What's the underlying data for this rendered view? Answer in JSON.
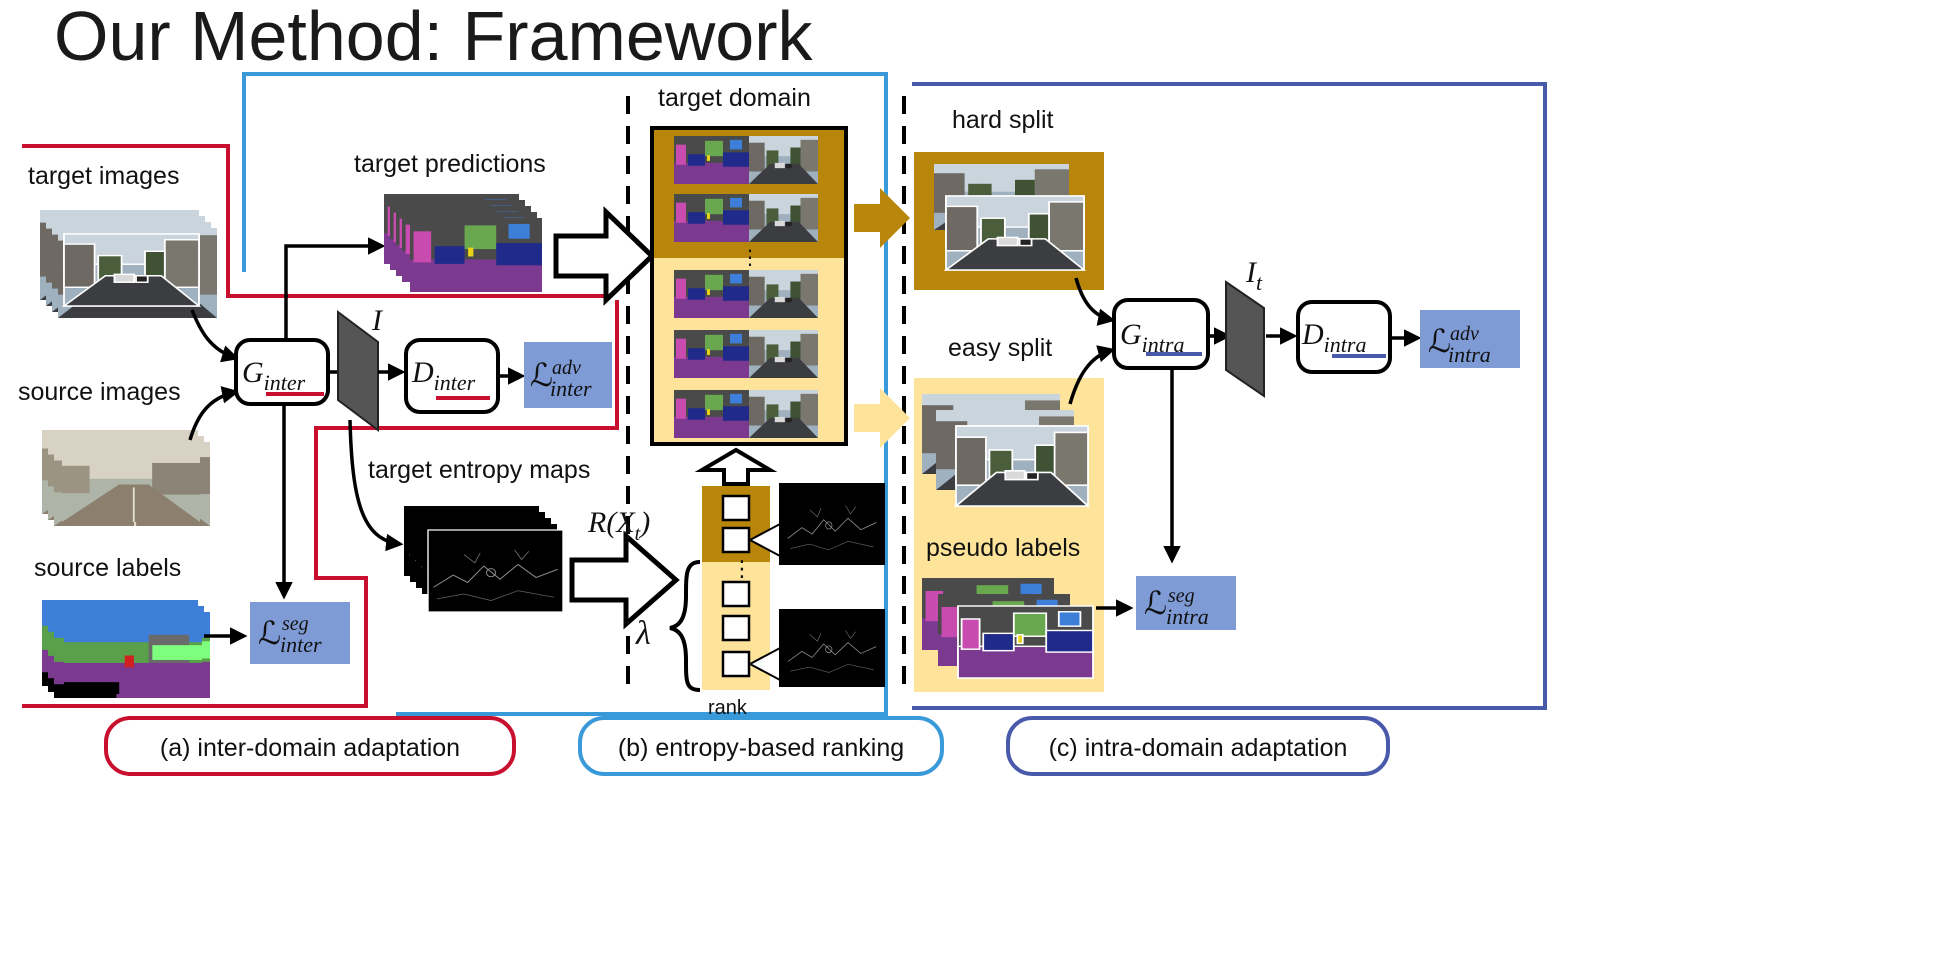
{
  "title": "Our Method: Framework",
  "labels": {
    "target_images": "target images",
    "source_images": "source images",
    "source_labels": "source labels",
    "target_predictions": "target predictions",
    "target_entropy_maps": "target entropy maps",
    "target_domain": "target domain",
    "hard_split": "hard split",
    "easy_split": "easy split",
    "pseudo_labels": "pseudo labels",
    "rank": "rank"
  },
  "math": {
    "g_inter_base": "G",
    "g_inter_sub": "inter",
    "d_inter_base": "D",
    "d_inter_sub": "inter",
    "g_intra_base": "G",
    "g_intra_sub": "intra",
    "d_intra_base": "D",
    "d_intra_sub": "intra",
    "loss_symbol": "ℒ",
    "adv": "adv",
    "seg": "seg",
    "inter": "inter",
    "intra": "intra",
    "i_label": "I",
    "it_base": "I",
    "it_sub": "t",
    "r_xt": "R(X",
    "r_xt_sub": "t",
    "r_xt_close": ")",
    "lambda": "λ"
  },
  "captions": {
    "a": "(a) inter-domain adaptation",
    "b": "(b) entropy-based ranking",
    "c": "(c) intra-domain adaptation"
  },
  "colors": {
    "red": "#c8102e",
    "blue": "#3a9ad9",
    "navy": "#4a5aaa",
    "loss_box": "#7f9bd6",
    "hard_split": "#b8860b",
    "easy_split": "#fde49a",
    "seg_purple": "#7b3a8f",
    "seg_navy": "#1f2a8a",
    "seg_gray": "#4a4a4a",
    "seg_green": "#6aa84f"
  }
}
